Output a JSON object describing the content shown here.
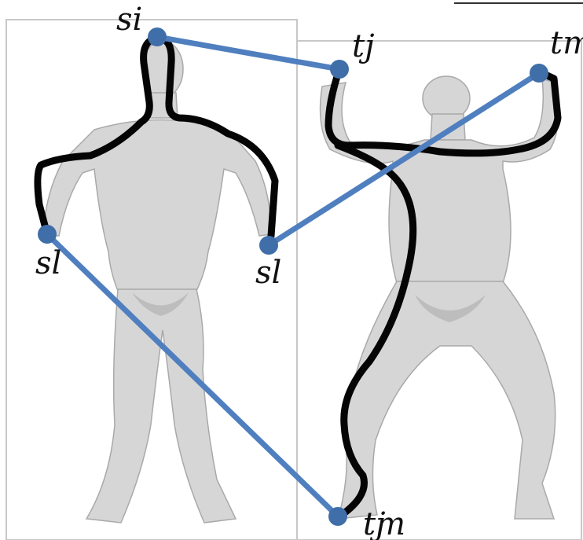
{
  "labels": {
    "si": "si",
    "tj": "tj",
    "tm": "tm",
    "sl_left": "sl",
    "sl_right": "sl",
    "tm_bottom": "tm",
    "tj_bottom": "tj"
  },
  "colors": {
    "correspondence_line": "#4f7fbf",
    "correspondence_point": "#3f6ea8",
    "geodesic_path": "#050505",
    "mesh": "#d6d6d6"
  },
  "icons": {
    "source_shape": "human-mesh-standing",
    "target_shape": "human-mesh-squatting-arms-raised"
  }
}
